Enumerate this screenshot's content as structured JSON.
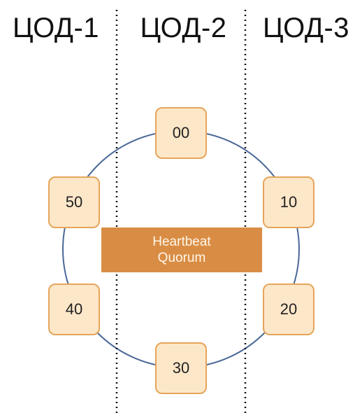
{
  "datacenters": [
    {
      "label": "ЦОД-1"
    },
    {
      "label": "ЦОД-2"
    },
    {
      "label": "ЦОД-3"
    }
  ],
  "nodes": [
    {
      "label": "00"
    },
    {
      "label": "10"
    },
    {
      "label": "20"
    },
    {
      "label": "30"
    },
    {
      "label": "40"
    },
    {
      "label": "50"
    }
  ],
  "quorum": {
    "line1": "Heartbeat",
    "line2": "Quorum"
  },
  "colors": {
    "ring": "#4a6897",
    "node_fill": "#fde7c9",
    "node_border": "#e5a55a",
    "quorum_fill": "#d98d44",
    "divider": "#111111"
  }
}
